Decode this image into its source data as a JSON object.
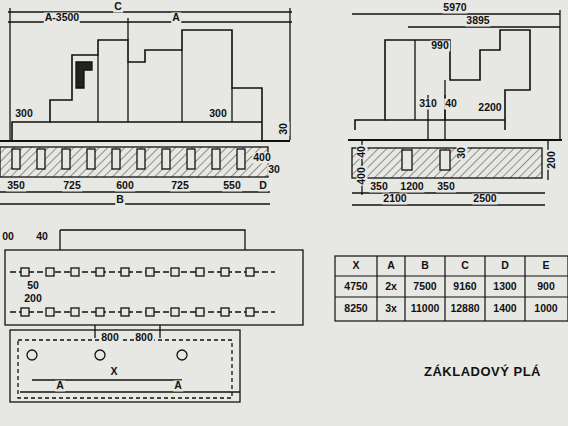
{
  "diagram": {
    "title": "ZÁKLADOVÝ PLÁ",
    "labels": [
      "C",
      "A-3500",
      "A",
      "300",
      "300",
      "30",
      "400",
      "30",
      "350",
      "725",
      "600",
      "725",
      "550",
      "D",
      "B",
      "5970",
      "3895",
      "990",
      "310",
      "40",
      "2200",
      "30",
      "40",
      "400",
      "200",
      "350",
      "1200",
      "350",
      "2100",
      "2500",
      "00",
      "40",
      "50",
      "200",
      "800",
      "800",
      "A",
      "X",
      "A",
      "X",
      "A",
      "B",
      "C",
      "D",
      "E",
      "4750",
      "2x",
      "7500",
      "9160",
      "1300",
      "900",
      "8250",
      "3x",
      "11000",
      "12880",
      "1400",
      "1000"
    ]
  }
}
